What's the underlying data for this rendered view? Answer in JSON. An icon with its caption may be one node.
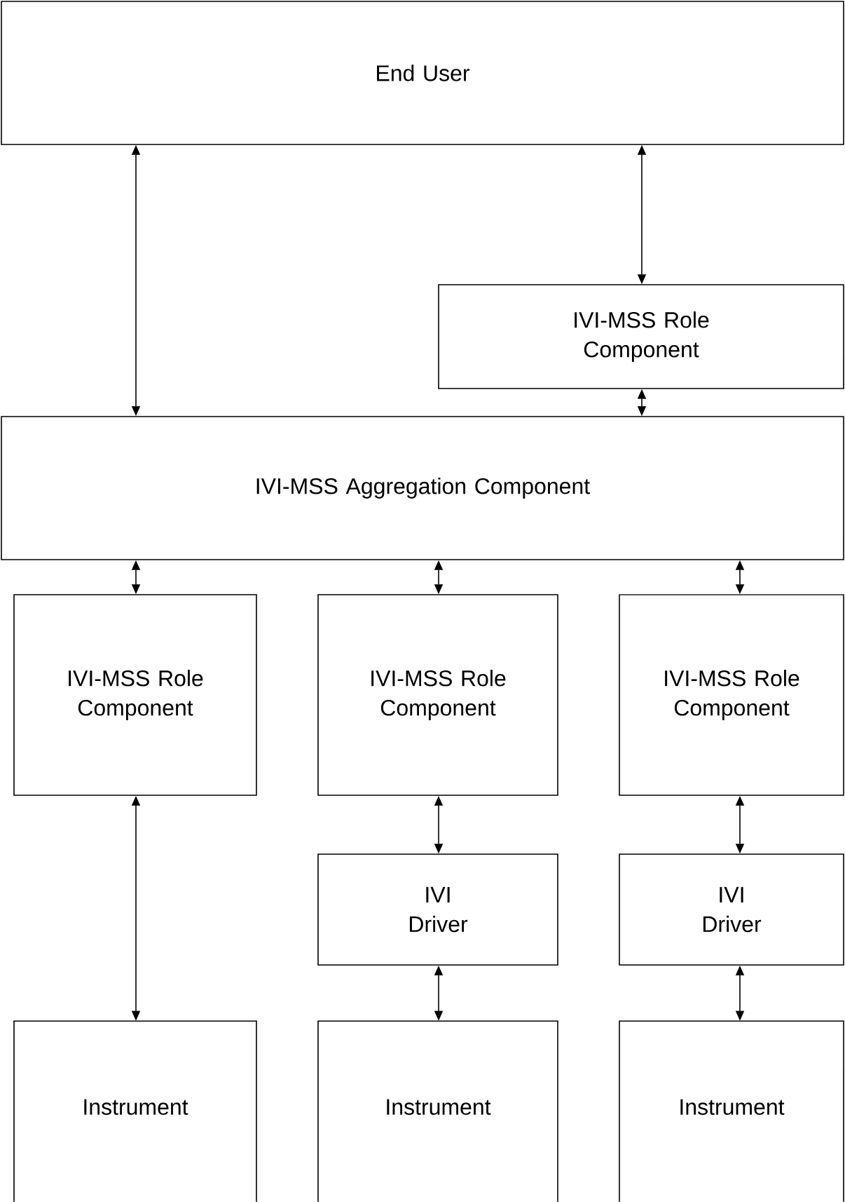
{
  "diagram": {
    "nodes": [
      {
        "text": [
          "End User"
        ]
      },
      {
        "text": [
          "IVI-MSS Role Component"
        ]
      },
      {
        "text": [
          "IVI-MSS Aggregation Component"
        ]
      },
      {
        "text": [
          "IVI-MSS Role Component"
        ]
      },
      {
        "text": [
          "IVI-MSS Role Component"
        ]
      },
      {
        "text": [
          "IVI-MSS Role Component"
        ]
      },
      {
        "text": [
          "IVI Driver"
        ]
      },
      {
        "text": [
          "IVI Driver"
        ]
      },
      {
        "text": [
          "Instrument"
        ]
      },
      {
        "text": [
          "Instrument"
        ]
      },
      {
        "text": [
          "Instrument"
        ]
      }
    ],
    "edges": [
      {
        "from": 0,
        "to": 2,
        "arrow": "both"
      },
      {
        "from": 0,
        "to": 1,
        "arrow": "both"
      },
      {
        "from": 1,
        "to": 2,
        "arrow": "both"
      },
      {
        "from": 2,
        "to": 3,
        "arrow": "both"
      },
      {
        "from": 2,
        "to": 4,
        "arrow": "both"
      },
      {
        "from": 2,
        "to": 5,
        "arrow": "both"
      },
      {
        "from": 3,
        "to": 8,
        "arrow": "both"
      },
      {
        "from": 4,
        "to": 6,
        "arrow": "both"
      },
      {
        "from": 6,
        "to": 9,
        "arrow": "both"
      },
      {
        "from": 5,
        "to": 7,
        "arrow": "both"
      },
      {
        "from": 7,
        "to": 10,
        "arrow": "both"
      }
    ]
  }
}
